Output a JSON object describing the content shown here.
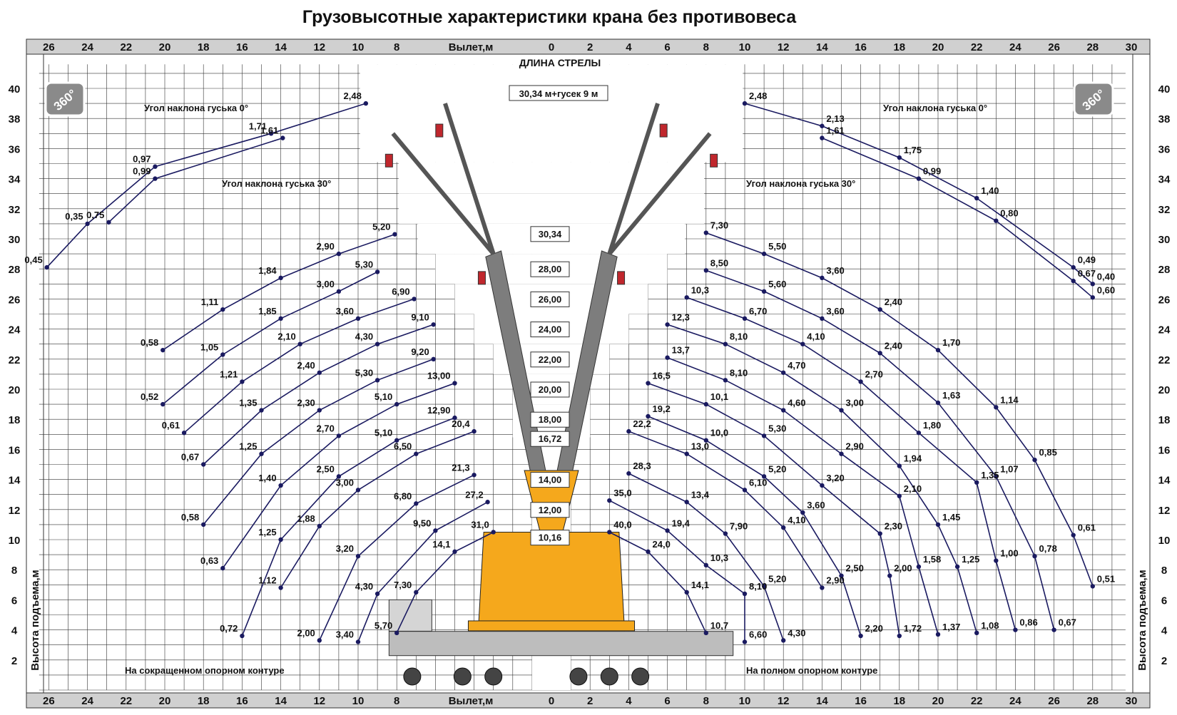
{
  "chart_data": {
    "type": "line",
    "title": "Грузовысотные характеристики крана без противовеса",
    "xlabel": "Вылет,м",
    "ylabel": "Высота подъема,м",
    "top_axis_heading": "ДЛИНА СТРЕЛЫ",
    "jib_label": "30,34 м+гусек 9 м",
    "rotation_badge": "360°",
    "left_note": "На сокращенном опорном контуре",
    "right_note": "На полном опорном контуре",
    "jib_angle_0_label": "Угол наклона гуська 0°",
    "jib_angle_30_label": "Угол наклона гуська 30°",
    "x_ticks_left": [
      "26",
      "24",
      "22",
      "20",
      "18",
      "16",
      "14",
      "12",
      "10",
      "8"
    ],
    "x_ticks_right": [
      "0",
      "2",
      "4",
      "6",
      "8",
      "10",
      "12",
      "14",
      "16",
      "18",
      "20",
      "22",
      "24",
      "26",
      "28",
      "30"
    ],
    "y_ticks": [
      "2",
      "4",
      "6",
      "8",
      "10",
      "12",
      "14",
      "16",
      "18",
      "20",
      "22",
      "24",
      "26",
      "28",
      "30",
      "32",
      "34",
      "36",
      "38",
      "40"
    ],
    "boom_lengths": [
      "30,34",
      "28,00",
      "26,00",
      "24,00",
      "22,00",
      "20,00",
      "18,00",
      "16,72",
      "14,00",
      "12,00",
      "10,16"
    ],
    "xlim": [
      -26,
      30
    ],
    "ylim": [
      0,
      42
    ],
    "left_series": [
      {
        "name": "Угол наклона гуська 0°",
        "points": [
          [
            -26.1,
            28.1,
            "0,45"
          ],
          [
            -24.0,
            31.0,
            "0,35"
          ],
          [
            -20.5,
            34.8,
            "0,97"
          ],
          [
            -14.5,
            37.0,
            "1,71"
          ],
          [
            -9.6,
            39.0,
            "2,48"
          ]
        ]
      },
      {
        "name": "Угол наклона гуська 30°",
        "points": [
          [
            -22.9,
            31.1,
            "0,75"
          ],
          [
            -20.5,
            34.0,
            "0,99"
          ],
          [
            -13.9,
            36.7,
            "1,61"
          ]
        ]
      },
      {
        "name": "30,34",
        "points": [
          [
            -20.1,
            22.6,
            "0,58"
          ],
          [
            -17.0,
            25.3,
            "1,11"
          ],
          [
            -14.0,
            27.4,
            "1,84"
          ],
          [
            -11.0,
            29.0,
            "2,90"
          ],
          [
            -8.1,
            30.3,
            "5,20"
          ]
        ]
      },
      {
        "name": "28,00",
        "points": [
          [
            -20.1,
            19.0,
            "0,52"
          ],
          [
            -17.0,
            22.3,
            "1,05"
          ],
          [
            -14.0,
            24.7,
            "1,85"
          ],
          [
            -11.0,
            26.5,
            "3,00"
          ],
          [
            -9.0,
            27.8,
            "5,30"
          ]
        ]
      },
      {
        "name": "26,00",
        "points": [
          [
            -19.0,
            17.1,
            "0,61"
          ],
          [
            -16.0,
            20.5,
            "1,21"
          ],
          [
            -13.0,
            23.0,
            "2,10"
          ],
          [
            -10.0,
            24.7,
            "3,60"
          ],
          [
            -7.1,
            26.0,
            "6,90"
          ]
        ]
      },
      {
        "name": "24,00",
        "points": [
          [
            -18.0,
            15.0,
            "0,67"
          ],
          [
            -15.0,
            18.6,
            "1,35"
          ],
          [
            -12.0,
            21.1,
            "2,40"
          ],
          [
            -9.0,
            23.0,
            "4,30"
          ],
          [
            -6.1,
            24.3,
            "9,10"
          ]
        ]
      },
      {
        "name": "22,00",
        "points": [
          [
            -18.0,
            11.0,
            "0,58"
          ],
          [
            -15.0,
            15.7,
            "1,25"
          ],
          [
            -12.0,
            18.6,
            "2,30"
          ],
          [
            -9.0,
            20.6,
            "5,30"
          ],
          [
            -6.1,
            22.0,
            "9,20"
          ]
        ]
      },
      {
        "name": "20,00",
        "points": [
          [
            -17.0,
            8.1,
            "0,63"
          ],
          [
            -14.0,
            13.6,
            "1,40"
          ],
          [
            -11.0,
            16.9,
            "2,70"
          ],
          [
            -8.0,
            19.0,
            "5,10"
          ],
          [
            -5.0,
            20.4,
            "13,00"
          ]
        ]
      },
      {
        "name": "18,00",
        "points": [
          [
            -16.0,
            3.6,
            "0,72"
          ],
          [
            -14.0,
            10.0,
            "1,25"
          ],
          [
            -11.0,
            14.2,
            "2,50"
          ],
          [
            -8.0,
            16.6,
            "5,10"
          ],
          [
            -5.0,
            18.1,
            "12,90"
          ]
        ]
      },
      {
        "name": "16,72",
        "points": [
          [
            -14.0,
            6.8,
            "1,12"
          ],
          [
            -12.0,
            10.9,
            "1,88"
          ],
          [
            -10.0,
            13.3,
            "3,00"
          ],
          [
            -7.0,
            15.7,
            "6,50"
          ],
          [
            -4.0,
            17.2,
            "20,4"
          ]
        ]
      },
      {
        "name": "14,00",
        "points": [
          [
            -12.0,
            3.3,
            "2,00"
          ],
          [
            -10.0,
            8.9,
            "3,20"
          ],
          [
            -7.0,
            12.4,
            "6,80"
          ],
          [
            -4.0,
            14.3,
            "21,3"
          ]
        ]
      },
      {
        "name": "12,00",
        "points": [
          [
            -10.0,
            3.2,
            "3,40"
          ],
          [
            -9.0,
            6.4,
            "4,30"
          ],
          [
            -6.0,
            10.6,
            "9,50"
          ],
          [
            -3.3,
            12.5,
            "27,2"
          ]
        ]
      },
      {
        "name": "10,16",
        "points": [
          [
            -8.0,
            3.8,
            "5,70"
          ],
          [
            -7.0,
            6.5,
            "7,30"
          ],
          [
            -5.0,
            9.2,
            "14,1"
          ],
          [
            -3.0,
            10.5,
            "31,0"
          ]
        ]
      }
    ],
    "right_series": [
      {
        "name": "Угол наклона гуська 0°",
        "points": [
          [
            10.0,
            39.0,
            "2,48"
          ],
          [
            14.0,
            37.5,
            "2,13"
          ],
          [
            18.0,
            35.4,
            "1,75"
          ],
          [
            22.0,
            32.7,
            "1,40"
          ],
          [
            27.0,
            28.1,
            "0,49"
          ],
          [
            28.0,
            27.0,
            "0,40"
          ]
        ]
      },
      {
        "name": "Угол наклона гуська 30°",
        "points": [
          [
            14.0,
            36.7,
            "1,61"
          ],
          [
            19.0,
            34.0,
            "0,99"
          ],
          [
            23.0,
            31.2,
            "0,80"
          ],
          [
            27.0,
            27.2,
            "0,67"
          ],
          [
            28.0,
            26.1,
            "0,60"
          ]
        ]
      },
      {
        "name": "30,34",
        "points": [
          [
            8.0,
            30.4,
            "7,30"
          ],
          [
            11.0,
            29.0,
            "5,50"
          ],
          [
            14.0,
            27.4,
            "3,60"
          ],
          [
            17.0,
            25.3,
            "2,40"
          ],
          [
            20.0,
            22.6,
            "1,70"
          ],
          [
            23.0,
            18.8,
            "1,14"
          ],
          [
            25.0,
            15.3,
            "0,85"
          ],
          [
            27.0,
            10.3,
            "0,61"
          ],
          [
            28.0,
            6.9,
            "0,51"
          ]
        ]
      },
      {
        "name": "28,00",
        "points": [
          [
            8.0,
            27.9,
            "8,50"
          ],
          [
            11.0,
            26.5,
            "5,60"
          ],
          [
            14.0,
            24.7,
            "3,60"
          ],
          [
            17.0,
            22.4,
            "2,40"
          ],
          [
            20.0,
            19.1,
            "1,63"
          ],
          [
            23.0,
            14.2,
            "1,07"
          ],
          [
            25.0,
            8.9,
            "0,78"
          ],
          [
            26.0,
            4.0,
            "0,67"
          ]
        ]
      },
      {
        "name": "26,00",
        "points": [
          [
            7.0,
            26.1,
            "10,3"
          ],
          [
            10.0,
            24.7,
            "6,70"
          ],
          [
            13.0,
            23.0,
            "4,10"
          ],
          [
            16.0,
            20.5,
            "2,70"
          ],
          [
            19.0,
            17.1,
            "1,80"
          ],
          [
            22.0,
            13.8,
            "1,35"
          ],
          [
            23.0,
            8.6,
            "1,00"
          ],
          [
            24.0,
            4.0,
            "0,86"
          ]
        ]
      },
      {
        "name": "24,00",
        "points": [
          [
            6.0,
            24.3,
            "12,3"
          ],
          [
            9.0,
            23.0,
            "8,10"
          ],
          [
            12.0,
            21.1,
            "4,70"
          ],
          [
            15.0,
            18.6,
            "3,00"
          ],
          [
            18.0,
            14.9,
            "1,94"
          ],
          [
            20.0,
            11.0,
            "1,45"
          ],
          [
            21.0,
            8.2,
            "1,25"
          ],
          [
            22.0,
            3.8,
            "1,08"
          ]
        ]
      },
      {
        "name": "22,00",
        "points": [
          [
            6.0,
            22.1,
            "13,7"
          ],
          [
            9.0,
            20.6,
            "8,10"
          ],
          [
            12.0,
            18.6,
            "4,60"
          ],
          [
            15.0,
            15.7,
            "2,90"
          ],
          [
            18.0,
            12.9,
            "2,10"
          ],
          [
            19.0,
            8.2,
            "1,58"
          ],
          [
            20.0,
            3.7,
            "1,37"
          ]
        ]
      },
      {
        "name": "20,00",
        "points": [
          [
            5.0,
            20.4,
            "16,5"
          ],
          [
            8.0,
            19.0,
            "10,1"
          ],
          [
            11.0,
            16.9,
            "5,30"
          ],
          [
            14.0,
            13.6,
            "3,20"
          ],
          [
            17.0,
            10.4,
            "2,30"
          ],
          [
            17.5,
            7.6,
            "2,00"
          ],
          [
            18.0,
            3.6,
            "1,72"
          ]
        ]
      },
      {
        "name": "18,00",
        "points": [
          [
            5.0,
            18.2,
            "19,2"
          ],
          [
            8.0,
            16.6,
            "10,0"
          ],
          [
            11.0,
            14.2,
            "5,20"
          ],
          [
            13.0,
            11.8,
            "3,60"
          ],
          [
            15.0,
            7.6,
            "2,50"
          ],
          [
            16.0,
            3.6,
            "2,20"
          ]
        ]
      },
      {
        "name": "16,72",
        "points": [
          [
            4.0,
            17.2,
            "22,2"
          ],
          [
            7.0,
            15.7,
            "13,0"
          ],
          [
            10.0,
            13.3,
            "6,10"
          ],
          [
            12.0,
            10.8,
            "4,10"
          ],
          [
            14.0,
            6.8,
            "2,90"
          ]
        ]
      },
      {
        "name": "14,00",
        "points": [
          [
            4.0,
            14.4,
            "28,3"
          ],
          [
            7.0,
            12.5,
            "13,4"
          ],
          [
            9.0,
            10.4,
            "7,90"
          ],
          [
            11.0,
            6.9,
            "5,20"
          ],
          [
            12.0,
            3.3,
            "4,30"
          ]
        ]
      },
      {
        "name": "12,00",
        "points": [
          [
            3.0,
            12.6,
            "35,0"
          ],
          [
            6.0,
            10.6,
            "19,4"
          ],
          [
            8.0,
            8.3,
            "10,3"
          ],
          [
            10.0,
            6.4,
            "8,10"
          ],
          [
            10.0,
            3.2,
            "6,60"
          ]
        ]
      },
      {
        "name": "10,16",
        "points": [
          [
            3.0,
            10.5,
            "40,0"
          ],
          [
            5.0,
            9.2,
            "24,0"
          ],
          [
            7.0,
            6.5,
            "14,1"
          ],
          [
            8.0,
            3.8,
            "10,7"
          ]
        ]
      }
    ],
    "colors": {
      "curve": "#1a1a60",
      "axis_band": "#d0d0d0",
      "grid": "#333333",
      "crane_yellow": "#f5a81c",
      "boom_grey": "#7d7d7d",
      "hook_red": "#c0272d"
    }
  }
}
